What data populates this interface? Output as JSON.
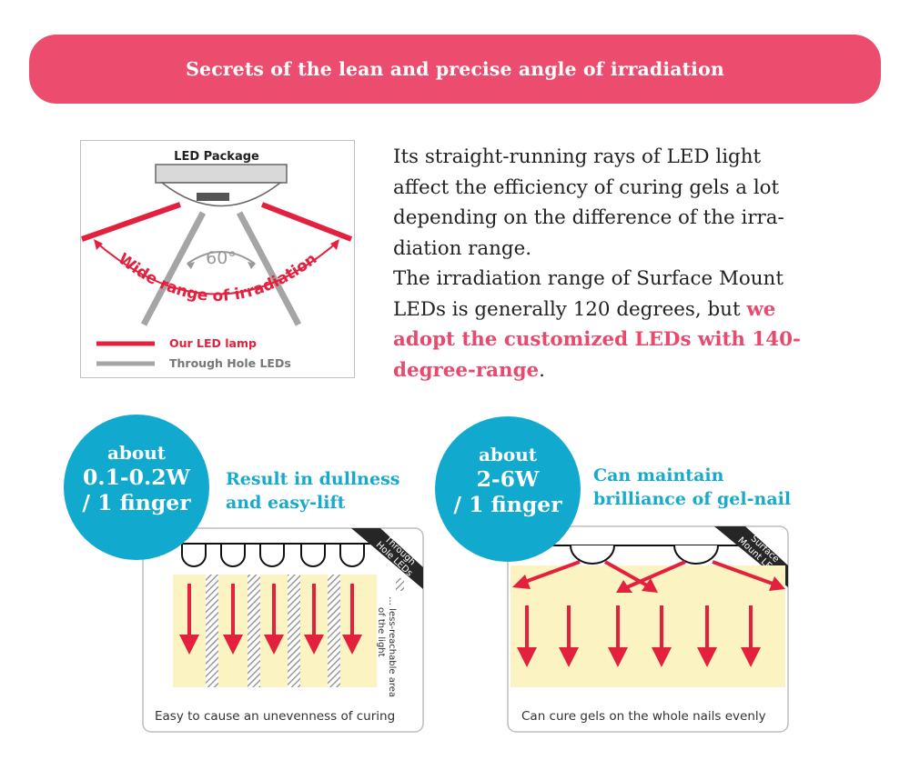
{
  "banner": {
    "title": "Secrets of the lean and precise angle of irradiation"
  },
  "figure_angle": {
    "package_label": "LED Package",
    "angle_label": "60°",
    "arc_label": "Wide range of irradiation",
    "legend": [
      {
        "label": "Our LED lamp",
        "color": "#e3203d"
      },
      {
        "label": "Through Hole LEDs",
        "color": "#a5a5a5"
      }
    ]
  },
  "intro": {
    "line1": "Its straight-running rays of LED light",
    "line2": "affect the efficiency of curing gels a lot",
    "line3": "depending on the difference of the irra-",
    "line4": "diation range.",
    "line5": "The irradiation range of Surface Mount",
    "line6a": "LEDs is generally 120 degrees, but ",
    "line6b": "we",
    "line7": "adopt the customized LEDs with 140-",
    "line8a": "degree-range",
    "line8b": "."
  },
  "left_card": {
    "about": "about",
    "watt": "0.1-0.2W",
    "unit": "/ 1 finger",
    "caption_line1": "Result in dullness",
    "caption_line2": "and easy-lift",
    "corner_line1": "Through",
    "corner_line2": "Hole LEDs",
    "side_note_line1": "… less-reachable area",
    "side_note_line2": "of the light",
    "footer": "Easy to cause an unevenness of curing"
  },
  "right_card": {
    "about": "about",
    "watt": "2-6W",
    "unit": "/ 1 finger",
    "caption_line1": "Can maintain",
    "caption_line2": "brilliance of gel-nail",
    "corner_line1": "Surface",
    "corner_line2": "Mount LEDs",
    "footer": "Can cure gels on the whole nails evenly"
  },
  "colors": {
    "accent_pink": "#ec4d6f",
    "accent_blue": "#12a9cf",
    "beam_red": "#e3203d",
    "light_yellow": "#fbf3c2"
  }
}
